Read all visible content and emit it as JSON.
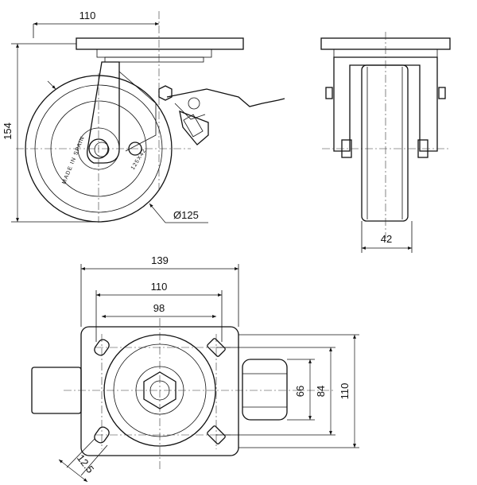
{
  "dimensions": {
    "plate_width_side": "110",
    "overall_height": "154",
    "wheel_diameter": "Ø125",
    "wheel_width": "42",
    "overall_plate_length": "139",
    "hole_spacing_outer": "110",
    "hole_spacing_inner": "98",
    "slot_width": "66",
    "plate_height_inner": "84",
    "plate_height_outer": "110",
    "slot_size": "12.5"
  },
  "wheel_marking": {
    "made_in": "MADE IN SPAIN",
    "size": "125X42"
  }
}
